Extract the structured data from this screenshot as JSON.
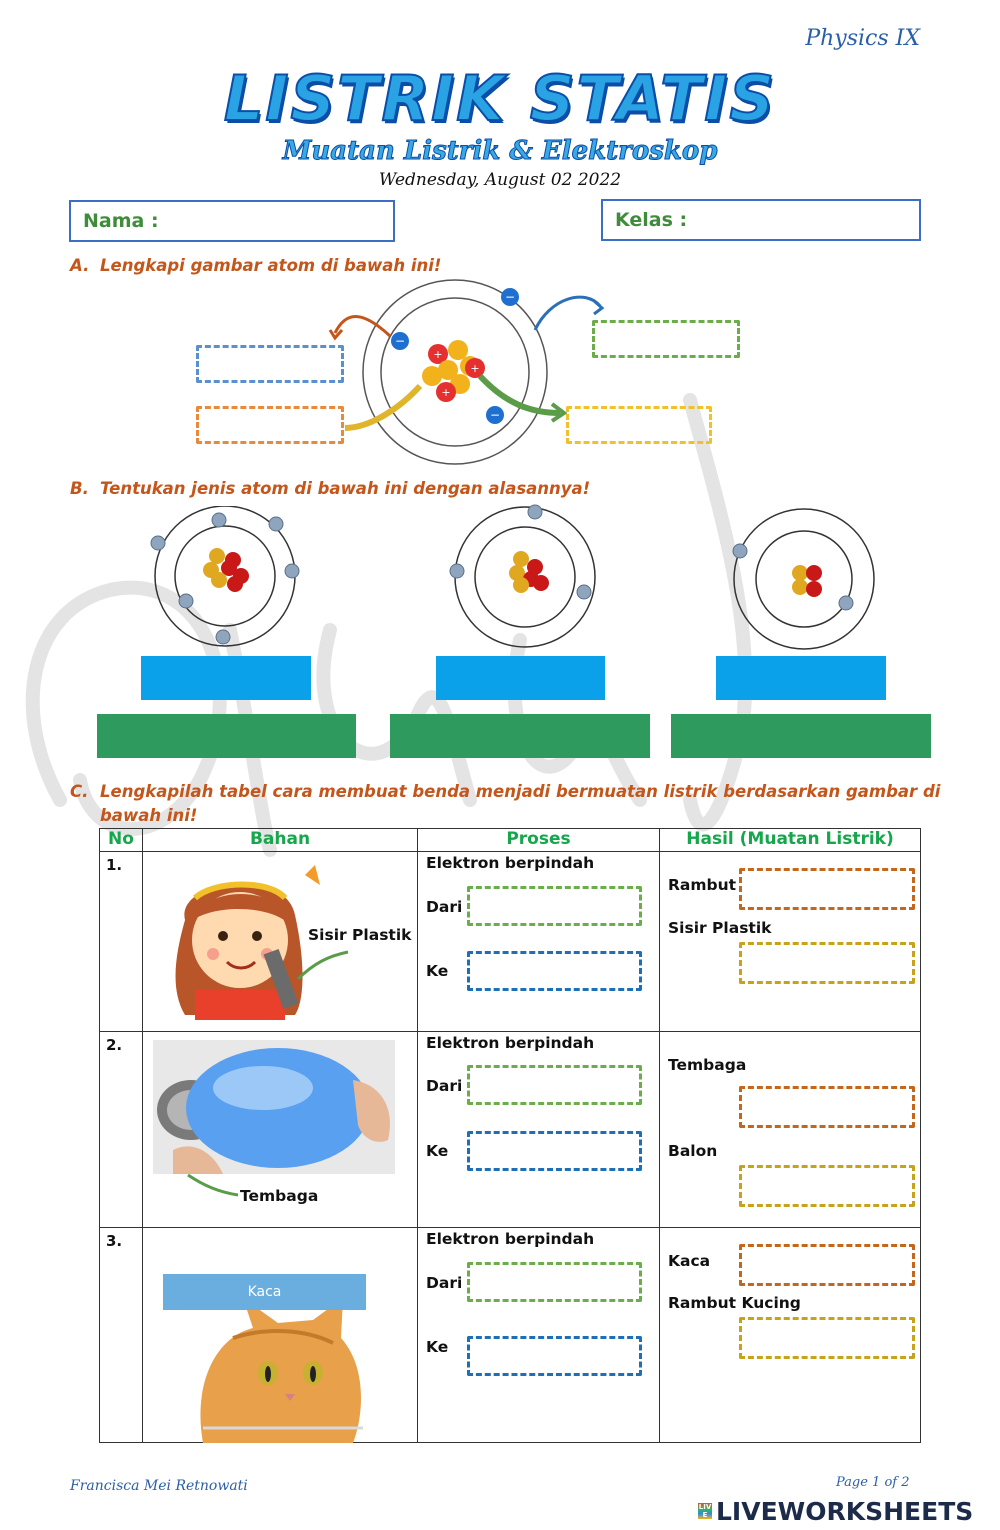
{
  "header": {
    "physics_label": "Physics IX",
    "title": "LISTRIK STATIS",
    "subtitle": "Muatan Listrik & Elektroskop",
    "date": "Wednesday, August 02 2022"
  },
  "fields": {
    "nama_label": "Nama :",
    "kelas_label": "Kelas :"
  },
  "section_a": {
    "letter": "A.",
    "instruction": "Lengkapi gambar atom di bawah ini!"
  },
  "section_b": {
    "letter": "B.",
    "instruction": "Tentukan jenis atom di bawah ini dengan alasannya!"
  },
  "section_c": {
    "letter": "C.",
    "instruction_line1": "Lengkapilah tabel cara membuat benda menjadi bermuatan listrik berdasarkan gambar di",
    "instruction_line2": "bawah ini!",
    "headers": [
      "No",
      "Bahan",
      "Proses",
      "Hasil (Muatan Listrik)"
    ],
    "rows": [
      {
        "no": "1.",
        "image_label": "Sisir Plastik",
        "process_title": "Elektron berpindah",
        "from_label": "Dari",
        "to_label": "Ke",
        "result_1": "Rambut",
        "result_2": "Sisir Plastik"
      },
      {
        "no": "2.",
        "image_label": "Tembaga",
        "process_title": "Elektron berpindah",
        "from_label": "Dari",
        "to_label": "Ke",
        "result_1": "Tembaga",
        "result_2": "Balon"
      },
      {
        "no": "3.",
        "image_label": "Kaca",
        "process_title": "Elektron berpindah",
        "from_label": "Dari",
        "to_label": "Ke",
        "result_1": "Kaca",
        "result_2": "Rambut Kucing"
      }
    ]
  },
  "footer": {
    "author": "Francisca Mei Retnowati",
    "page": "Page 1 of 2",
    "brand": "LIVEWORKSHEETS",
    "brand_badge": "LIVE"
  },
  "colors": {
    "section_heading": "#c4561b",
    "table_header": "#16a64b",
    "blue_answer": "#0aa0ea",
    "green_answer": "#2e9a5e"
  }
}
